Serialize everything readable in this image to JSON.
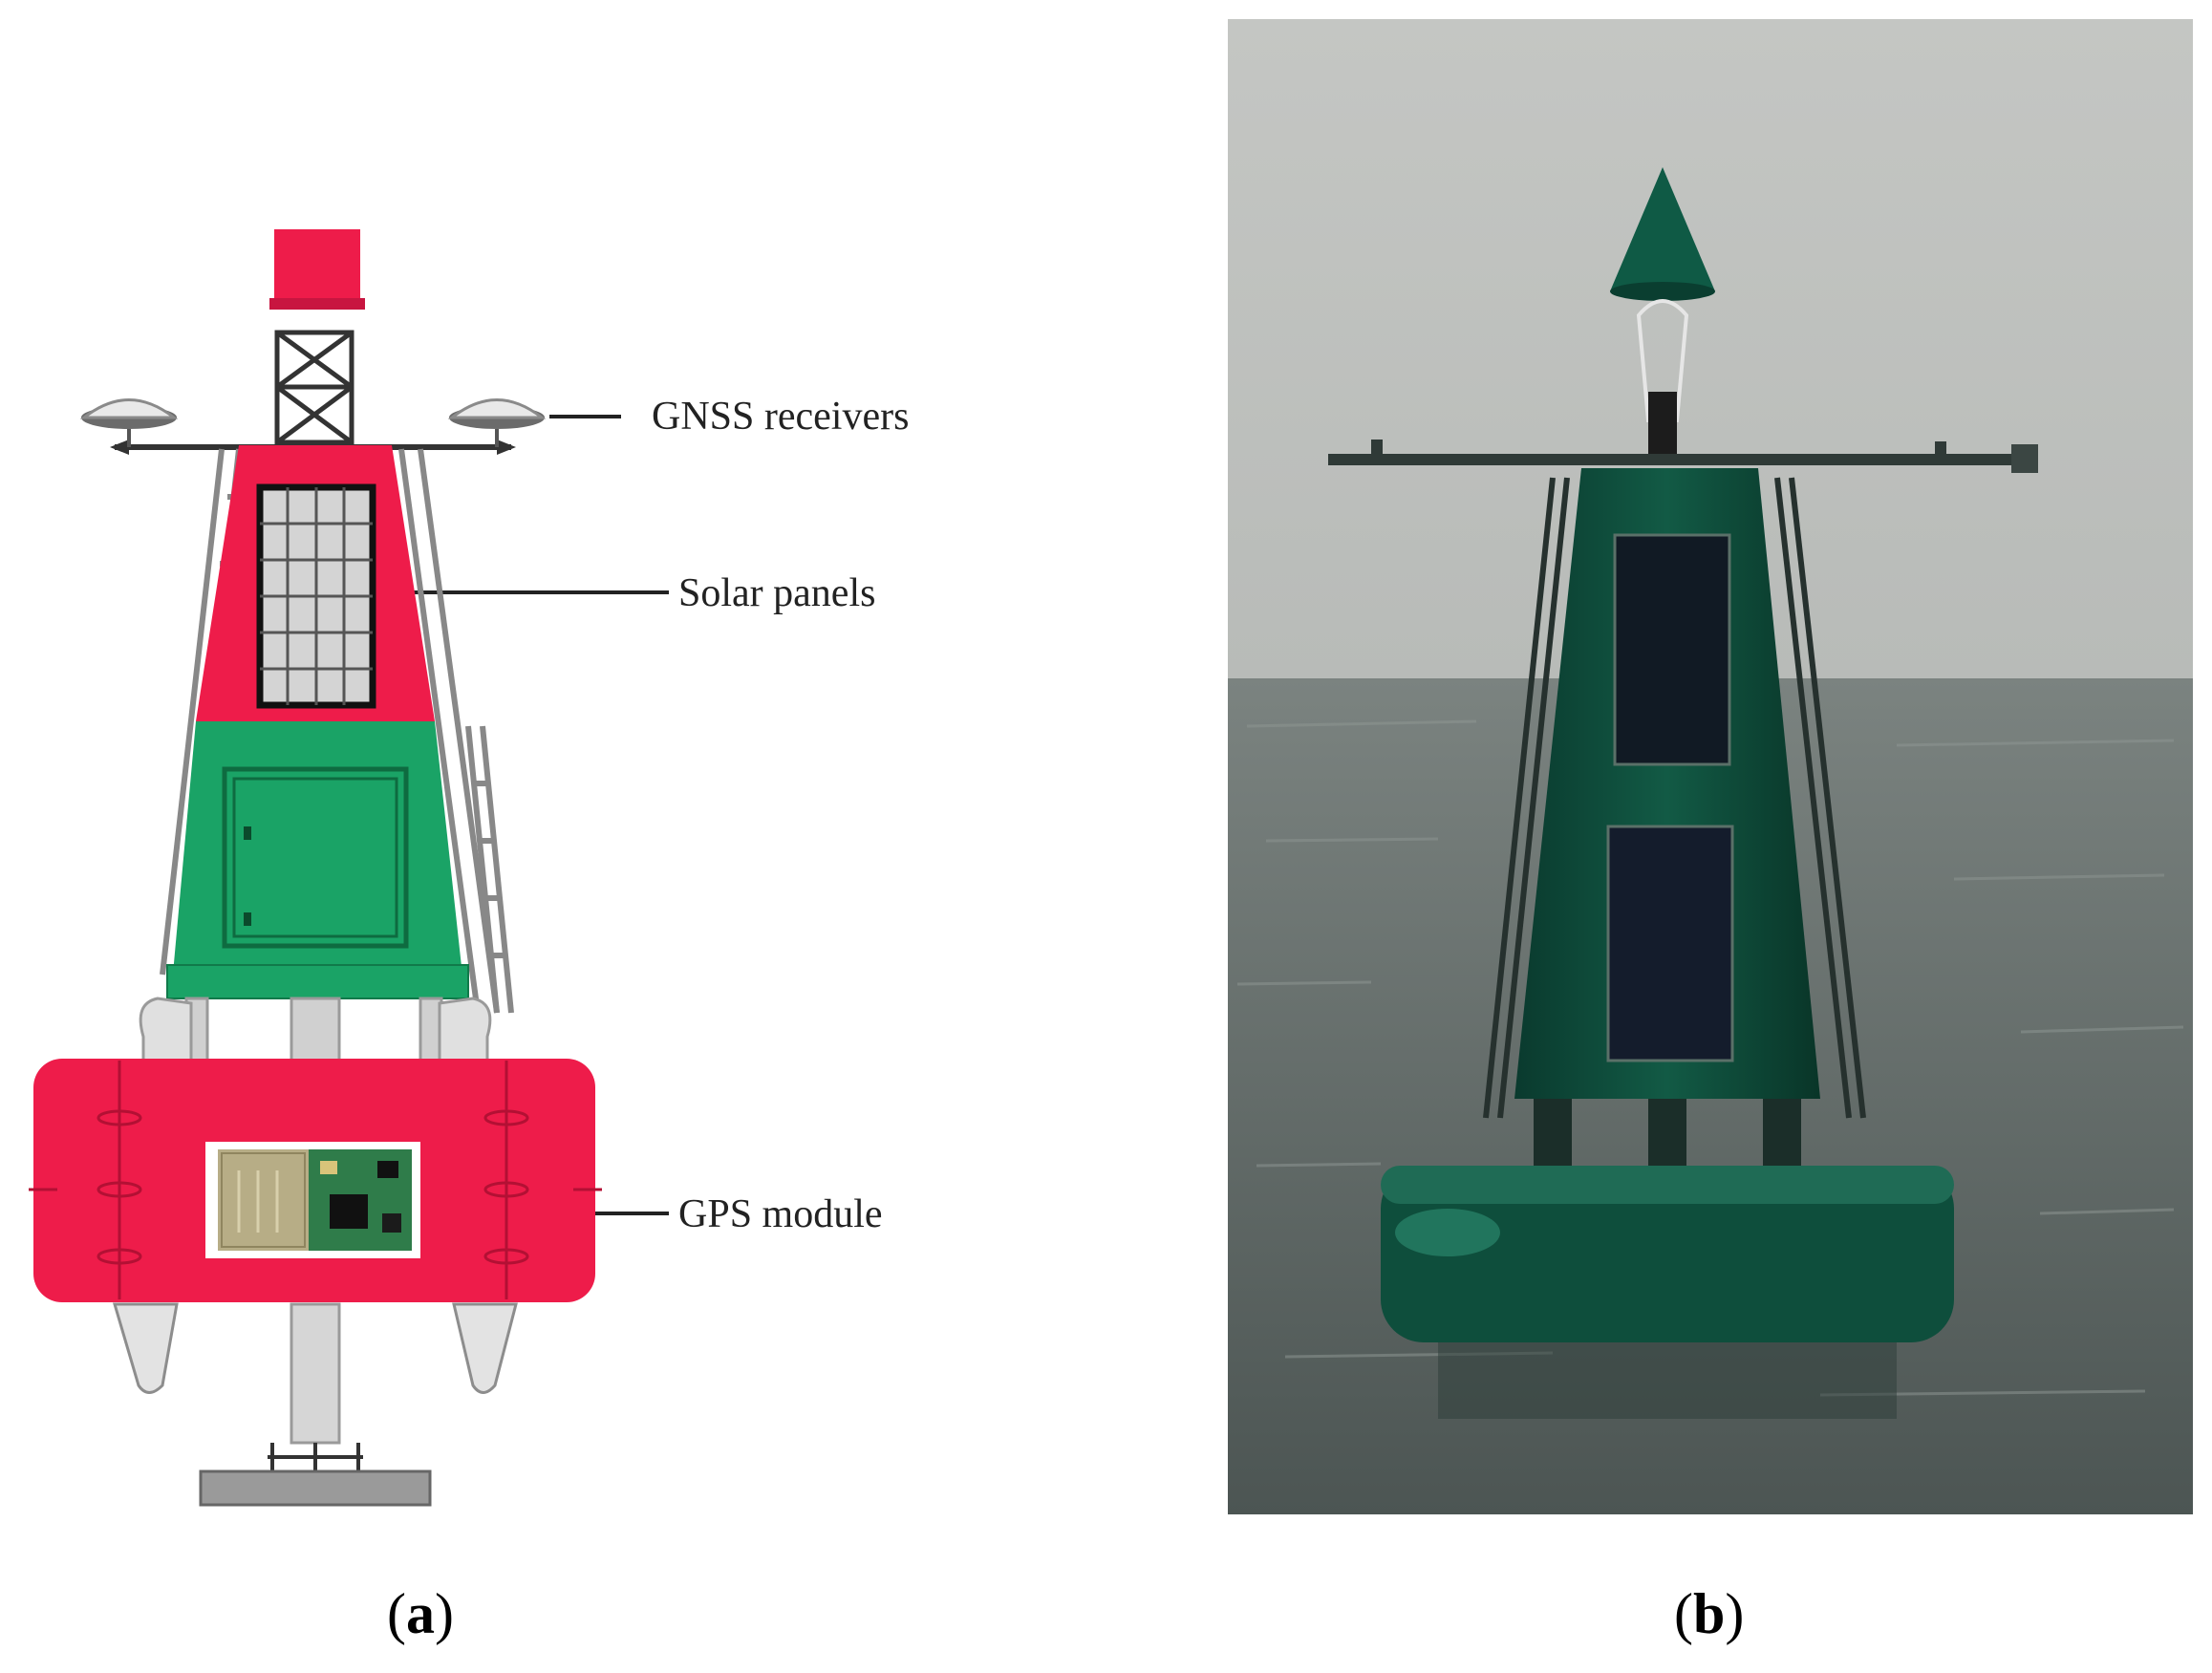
{
  "figure": {
    "panels": [
      {
        "id": "a",
        "caption_open": "(",
        "caption_letter": "a",
        "caption_close": ")",
        "kind": "schematic drawing",
        "callouts": [
          {
            "label": "GNSS receivers"
          },
          {
            "label": "Solar panels"
          },
          {
            "label": "GPS module"
          }
        ]
      },
      {
        "id": "b",
        "caption_open": "(",
        "caption_letter": "b",
        "caption_close": ")",
        "kind": "photograph"
      }
    ],
    "colors": {
      "buoy_red": "#ee1c4a",
      "buoy_green": "#1aa366",
      "photo_buoy_green": "#0d4a3a",
      "sky": "#c9cac7",
      "sea": "#5b6462"
    }
  }
}
